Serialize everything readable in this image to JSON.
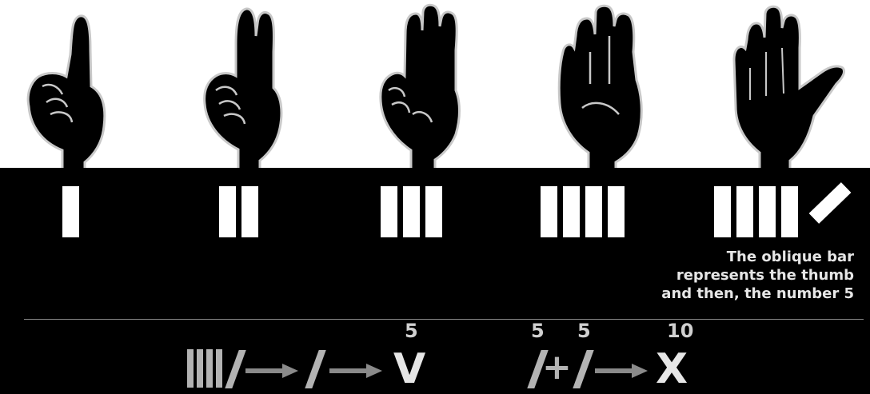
{
  "counting": [
    {
      "value": 1,
      "bars": 1,
      "thumb_bar": false
    },
    {
      "value": 2,
      "bars": 2,
      "thumb_bar": false
    },
    {
      "value": 3,
      "bars": 3,
      "thumb_bar": false
    },
    {
      "value": 4,
      "bars": 4,
      "thumb_bar": false
    },
    {
      "value": 5,
      "bars": 4,
      "thumb_bar": true
    }
  ],
  "note": {
    "line1": "The oblique bar",
    "line2": "represents the thumb",
    "line3": "and then, the number 5"
  },
  "equation": {
    "five_label_v": "5",
    "numeral_v": "V",
    "five_label_a": "5",
    "five_label_b": "5",
    "ten_label": "10",
    "numeral_x": "X",
    "plus": "+"
  },
  "colors": {
    "background": "#000000",
    "bars": "#ffffff",
    "equation": "#b3b3b3"
  }
}
